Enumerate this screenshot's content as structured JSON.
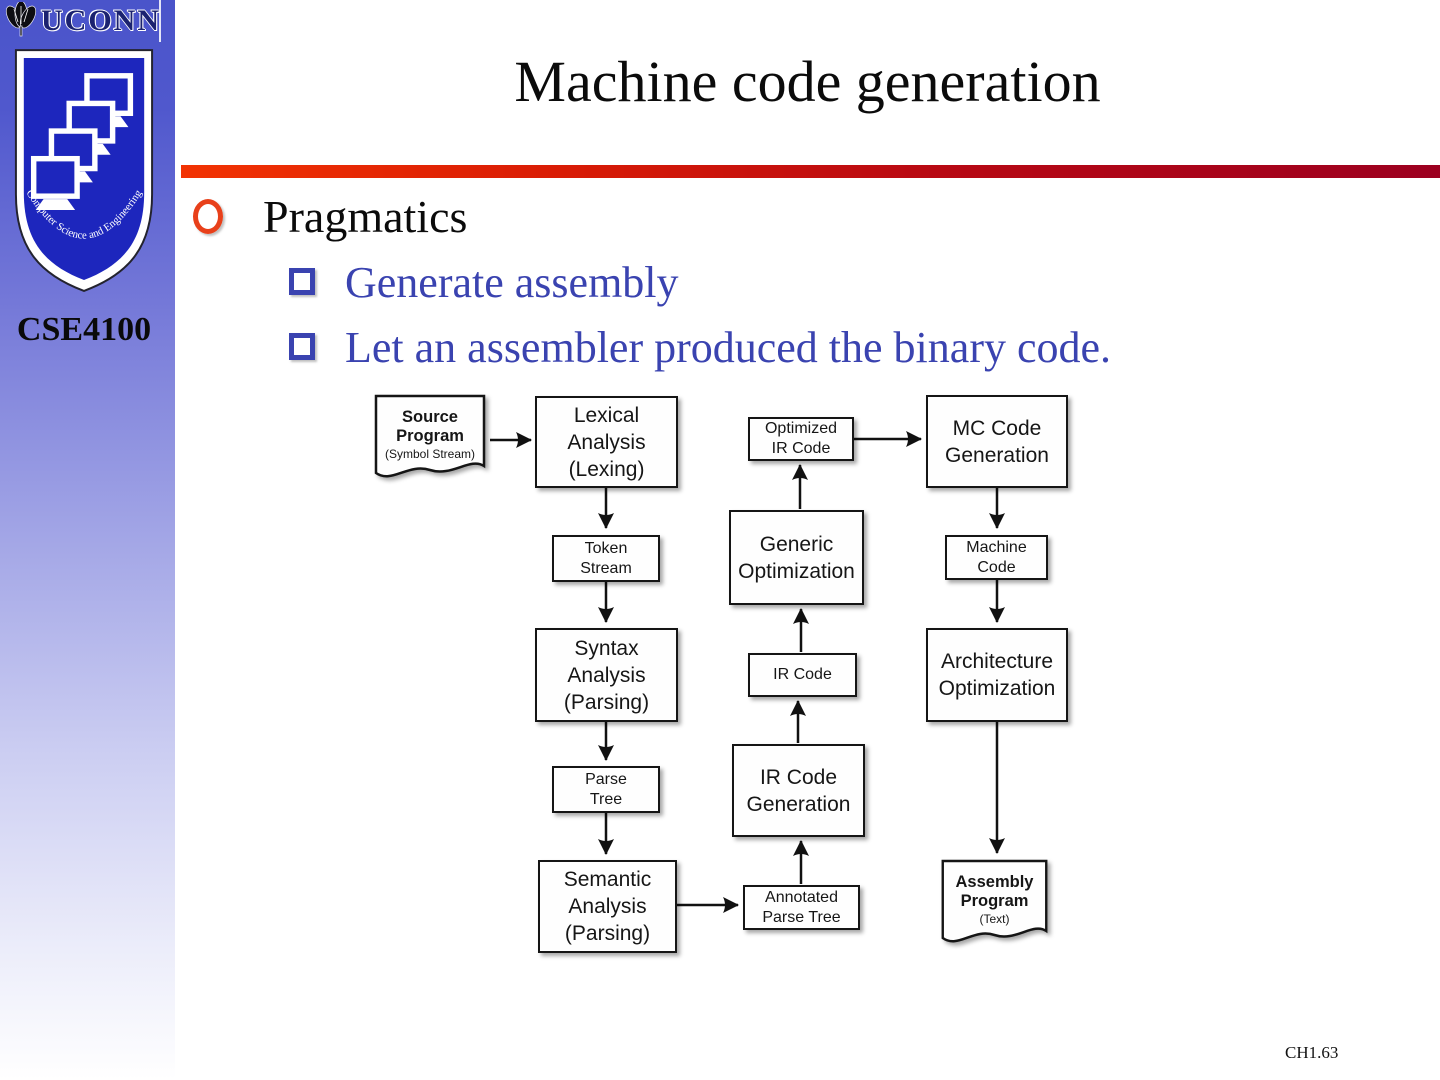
{
  "slide": {
    "title": "Machine code generation",
    "footer": "CH1.63"
  },
  "sidebar": {
    "uconn_wordmark": "UCONN",
    "shield_motto": "Computer Science and Engineering",
    "course_code": "CSE4100"
  },
  "bullets": {
    "level1": "Pragmatics",
    "level2": [
      "Generate assembly",
      "Let an assembler produced the binary code."
    ]
  },
  "colors": {
    "sidebar_top_blue": "#4a54ca",
    "shield_blue": "#1d26bd",
    "rule_gradient_left": "#f23303",
    "rule_gradient_right": "#9c0020",
    "bullet_ring_red": "#e8401a",
    "bullet_blue": "#3a43b0"
  },
  "diagram": {
    "nodes": [
      {
        "id": "source-program",
        "type": "document",
        "lines": [
          "Source",
          "Program"
        ],
        "sub": "(Symbol Stream)"
      },
      {
        "id": "lexical-analysis",
        "type": "process",
        "lines": [
          "Lexical",
          "Analysis",
          "(Lexing)"
        ]
      },
      {
        "id": "token-stream",
        "type": "data",
        "lines": [
          "Token",
          "Stream"
        ]
      },
      {
        "id": "syntax-analysis",
        "type": "process",
        "lines": [
          "Syntax",
          "Analysis",
          "(Parsing)"
        ]
      },
      {
        "id": "parse-tree",
        "type": "data",
        "lines": [
          "Parse",
          "Tree"
        ]
      },
      {
        "id": "semantic-analysis",
        "type": "process",
        "lines": [
          "Semantic",
          "Analysis",
          "(Parsing)"
        ]
      },
      {
        "id": "annotated-parse-tree",
        "type": "data",
        "lines": [
          "Annotated",
          "Parse Tree"
        ]
      },
      {
        "id": "ir-code-generation",
        "type": "process",
        "lines": [
          "IR Code",
          "Generation"
        ]
      },
      {
        "id": "ir-code",
        "type": "data",
        "lines": [
          "IR Code"
        ]
      },
      {
        "id": "generic-optimization",
        "type": "process",
        "lines": [
          "Generic",
          "Optimization"
        ]
      },
      {
        "id": "optimized-ir-code",
        "type": "data",
        "lines": [
          "Optimized",
          "IR Code"
        ]
      },
      {
        "id": "mc-code-generation",
        "type": "process",
        "lines": [
          "MC Code",
          "Generation"
        ]
      },
      {
        "id": "machine-code",
        "type": "data",
        "lines": [
          "Machine",
          "Code"
        ]
      },
      {
        "id": "architecture-optimization",
        "type": "process",
        "lines": [
          "Architecture",
          "Optimization"
        ]
      },
      {
        "id": "assembly-program",
        "type": "document",
        "lines": [
          "Assembly",
          "Program"
        ],
        "sub": "(Text)"
      }
    ],
    "edges": [
      {
        "from": "source-program",
        "to": "lexical-analysis"
      },
      {
        "from": "lexical-analysis",
        "to": "token-stream"
      },
      {
        "from": "token-stream",
        "to": "syntax-analysis"
      },
      {
        "from": "syntax-analysis",
        "to": "parse-tree"
      },
      {
        "from": "parse-tree",
        "to": "semantic-analysis"
      },
      {
        "from": "semantic-analysis",
        "to": "annotated-parse-tree"
      },
      {
        "from": "annotated-parse-tree",
        "to": "ir-code-generation"
      },
      {
        "from": "ir-code-generation",
        "to": "ir-code"
      },
      {
        "from": "ir-code",
        "to": "generic-optimization"
      },
      {
        "from": "generic-optimization",
        "to": "optimized-ir-code"
      },
      {
        "from": "optimized-ir-code",
        "to": "mc-code-generation"
      },
      {
        "from": "mc-code-generation",
        "to": "machine-code"
      },
      {
        "from": "machine-code",
        "to": "architecture-optimization"
      },
      {
        "from": "architecture-optimization",
        "to": "assembly-program"
      }
    ]
  }
}
